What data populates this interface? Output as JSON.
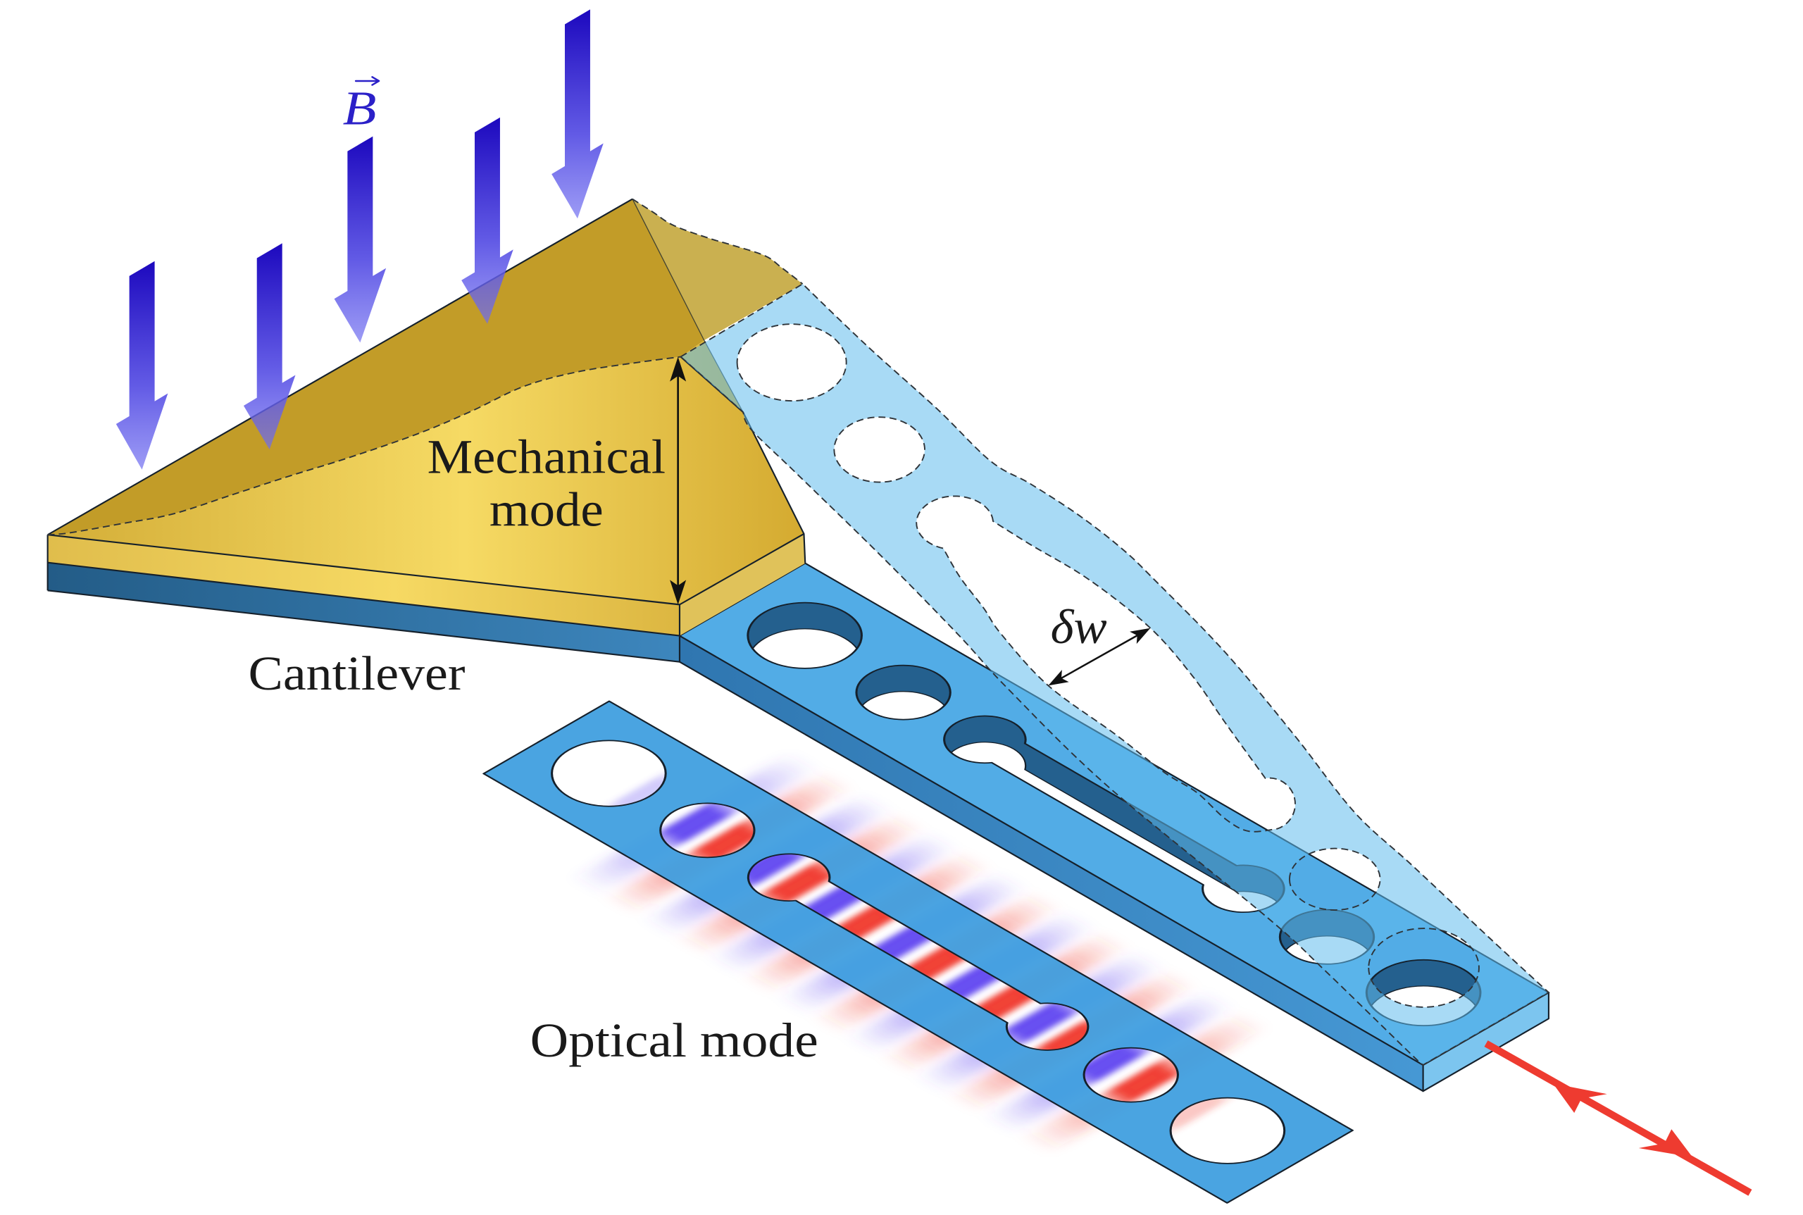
{
  "labels": {
    "magnetic_field": "B",
    "mechanical_mode": {
      "line1": "Mechanical",
      "line2": "mode"
    },
    "cantilever": "Cantilever",
    "optical_mode": "Optical mode",
    "slot_width_change": "δw"
  },
  "colors": {
    "background": "#ffffff",
    "text": "#1a1a1a",
    "outline": "#15202b",
    "dashed_outline": "#2e3338",
    "dimension_arrow": "#111111",
    "b_field_label": "#2b20c8",
    "b_field_arrow_top": "#1c08be",
    "b_field_arrow_mid": "#5a52e4",
    "b_field_arrow_bottom": "#6e6cf0",
    "gold_top_face": "#c29c28",
    "gold_back_face": "#cab050",
    "gold_front_face_left": "#d3ad37",
    "gold_front_face_center": "#f6da64",
    "gold_front_face_right": "#d4aa30",
    "gold_side_face": "#e0c25a",
    "gold_layer_left": "#e0bd4c",
    "gold_layer_center": "#f6d963",
    "gold_layer_right": "#dcb641",
    "device_layer_left": "#235c87",
    "device_layer_right": "#3d86bd",
    "beam_top_face": "#52ace6",
    "beam_side_face_left": "#2f76b0",
    "beam_side_face_right": "#4698d4",
    "beam_end_face": "#7cc5ef",
    "beam_hole_wall": "#24608e",
    "deformed_beam_fill": "#61bced",
    "optical_slab": "#3c9ddf",
    "optical_field_positive": "#f0372a",
    "optical_field_negative": "#5f45f0",
    "laser_arrow": "#ee3b30"
  }
}
